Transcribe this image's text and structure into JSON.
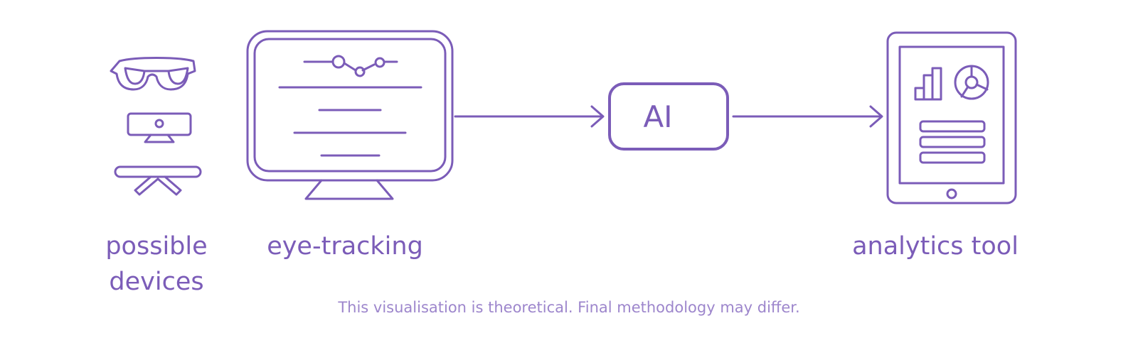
{
  "colors": {
    "accent": "#7b5cb8",
    "footnote": "#9d86cc",
    "background": "#ffffff"
  },
  "nodes": {
    "devices": {
      "label_line1": "possible",
      "label_line2": "devices",
      "icons": [
        "glasses-icon",
        "webcam-icon",
        "eye-tracker-bar-icon"
      ]
    },
    "eye_tracking": {
      "label": "eye-tracking",
      "icon": "monitor-icon"
    },
    "ai": {
      "label": "AI"
    },
    "analytics": {
      "label": "analytics tool",
      "icon": "tablet-dashboard-icon"
    }
  },
  "edges": [
    {
      "from": "eye_tracking",
      "to": "ai"
    },
    {
      "from": "ai",
      "to": "analytics"
    }
  ],
  "footnote": "This visualisation is theoretical. Final methodology may differ."
}
